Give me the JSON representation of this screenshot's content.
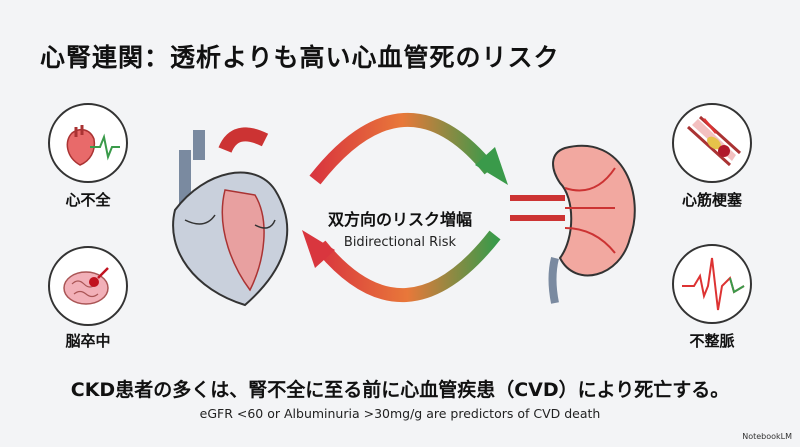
{
  "title": "心腎連関：透析よりも高い心血管死のリスク",
  "left_items": [
    {
      "label": "心不全",
      "icon": "heart-ecg-icon"
    },
    {
      "label": "脳卒中",
      "icon": "brain-stroke-icon"
    }
  ],
  "right_items": [
    {
      "label": "心筋梗塞",
      "icon": "blocked-artery-icon"
    },
    {
      "label": "不整脈",
      "icon": "arrhythmia-ecg-icon"
    }
  ],
  "center": {
    "label_jp": "双方向のリスク増幅",
    "label_en": "Bidirectional Risk"
  },
  "main_message": "CKD患者の多くは、腎不全に至る前に心血管疾患（CVD）により死亡する。",
  "sub_message": "eGFR <60 or Albuminuria >30mg/g are predictors of CVD death",
  "brand": "NotebookLM",
  "colors": {
    "red": "#d9363e",
    "green": "#3a9a4a",
    "orange": "#e8783a"
  }
}
